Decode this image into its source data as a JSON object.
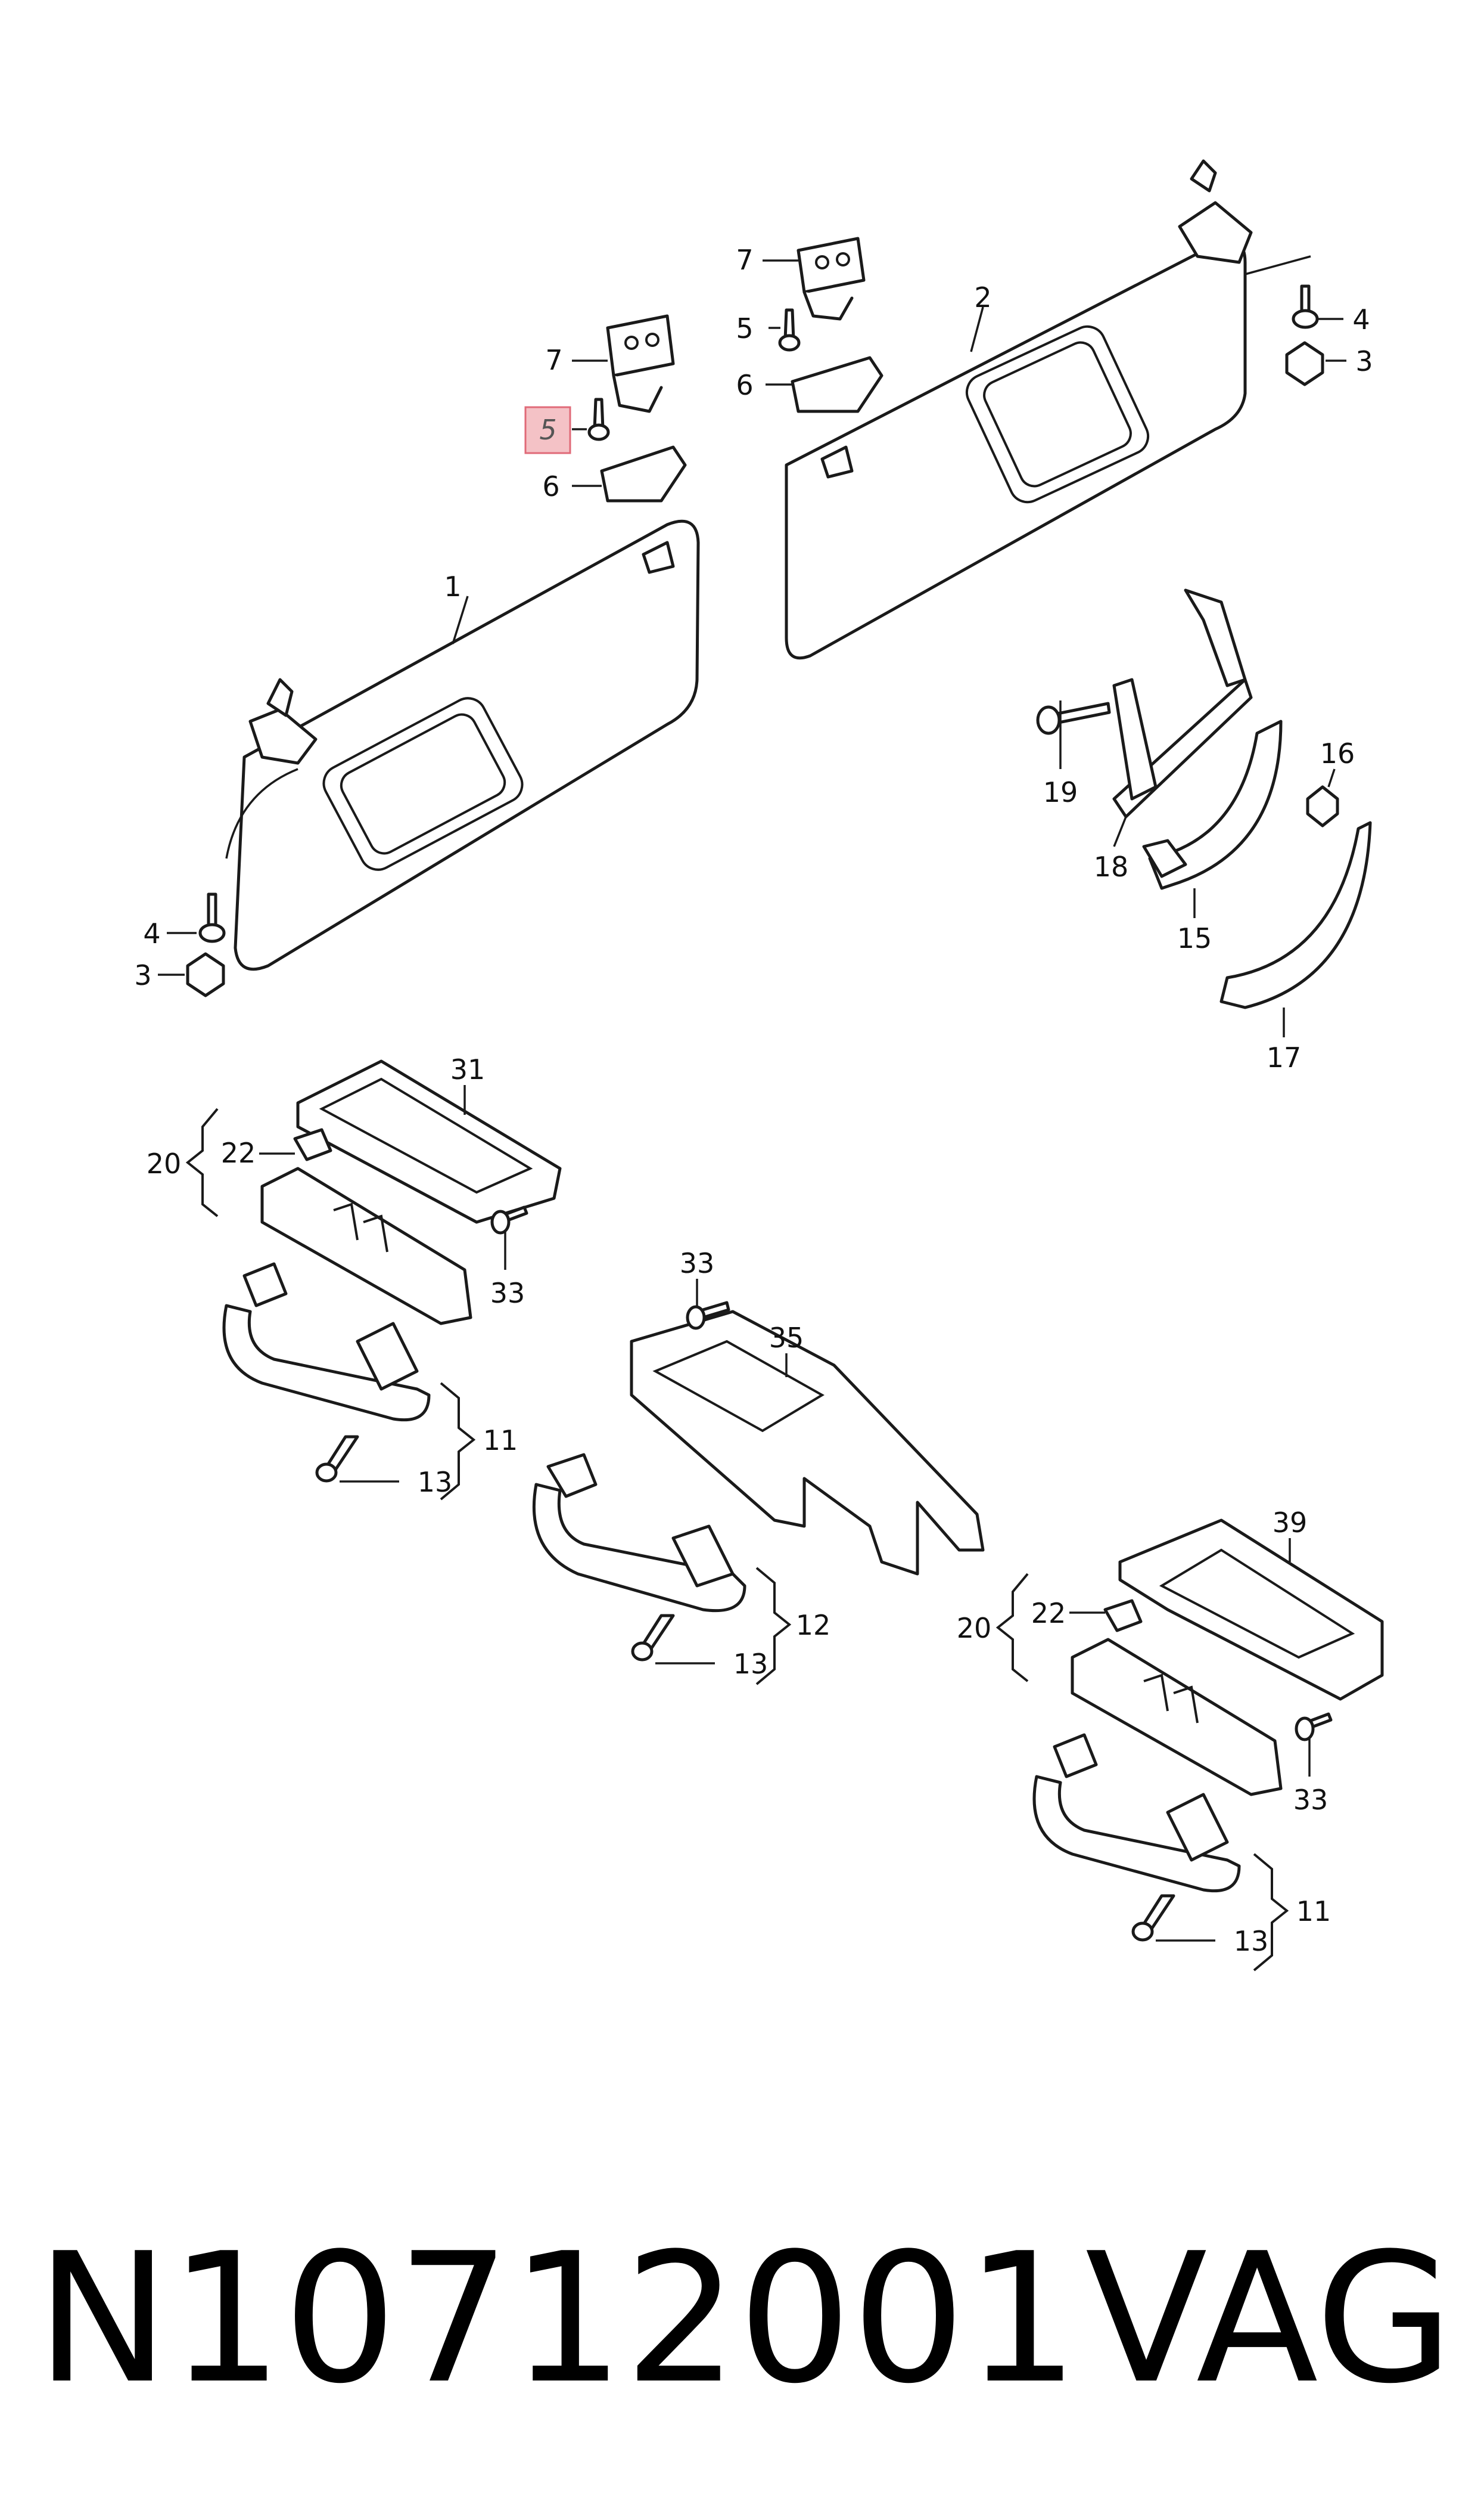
{
  "diagram": {
    "callouts": {
      "c1": "1",
      "c2": "2",
      "c3a": "3",
      "c3b": "3",
      "c4a": "4",
      "c4b": "4",
      "c5a": "5",
      "c5b": "5",
      "c6a": "6",
      "c6b": "6",
      "c7a": "7",
      "c7b": "7",
      "c11a": "11",
      "c11b": "11",
      "c12": "12",
      "c13a": "13",
      "c13b": "13",
      "c13c": "13",
      "c15": "15",
      "c16": "16",
      "c17": "17",
      "c18": "18",
      "c19": "19",
      "c20a": "20",
      "c20b": "20",
      "c22a": "22",
      "c22b": "22",
      "c31": "31",
      "c33a": "33",
      "c33b": "33",
      "c33c": "33",
      "c35": "35",
      "c39": "39"
    },
    "highlight_color": "#f4c2c6"
  },
  "caption": {
    "part_number": "N10712001",
    "brand": "VAG"
  }
}
